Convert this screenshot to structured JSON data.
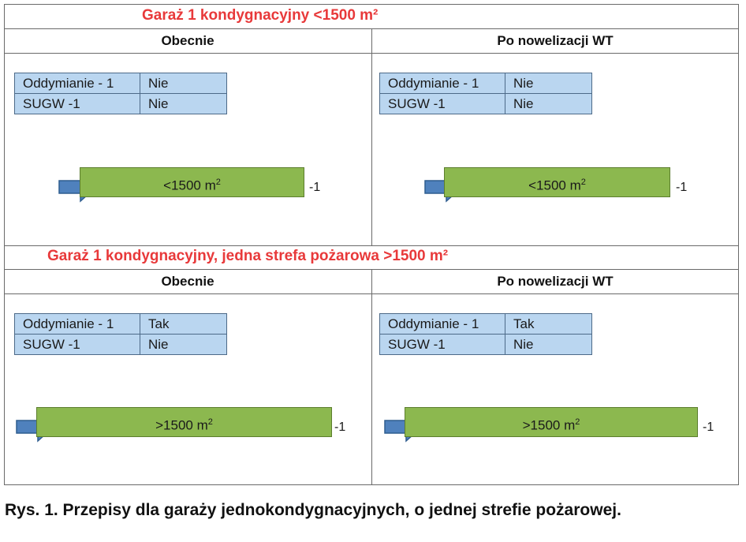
{
  "top": {
    "title": "Garaż 1 kondygnacyjny <1500 m²",
    "left": {
      "header": "Obecnie",
      "rows": [
        {
          "key": "Oddymianie - 1",
          "value": "Nie"
        },
        {
          "key": "SUGW -1",
          "value": "Nie"
        }
      ],
      "bar_label": "<1500 m",
      "bar_sup": "2",
      "level": "-1"
    },
    "right": {
      "header": "Po nowelizacji WT",
      "rows": [
        {
          "key": "Oddymianie - 1",
          "value": "Nie"
        },
        {
          "key": "SUGW -1",
          "value": "Nie"
        }
      ],
      "bar_label": "<1500 m",
      "bar_sup": "2",
      "level": "-1"
    }
  },
  "bottom": {
    "title": "Garaż 1 kondygnacyjny, jedna strefa pożarowa >1500 m²",
    "left": {
      "header": "Obecnie",
      "rows": [
        {
          "key": "Oddymianie - 1",
          "value": "Tak"
        },
        {
          "key": "SUGW -1",
          "value": "Nie"
        }
      ],
      "bar_label": ">1500 m",
      "bar_sup": "2",
      "level": "-1"
    },
    "right": {
      "header": "Po nowelizacji WT",
      "rows": [
        {
          "key": "Oddymianie - 1",
          "value": "Tak"
        },
        {
          "key": "SUGW -1",
          "value": "Nie"
        }
      ],
      "bar_label": ">1500 m",
      "bar_sup": "2",
      "level": "-1"
    }
  },
  "caption": "Rys. 1. Przepisy dla garaży jednokondygnacyjnych, o jednej strefie pożarowej.",
  "colors": {
    "title": "#e8393a",
    "table": "#bad6f0",
    "bar": "#8cb84f",
    "arrow": "#4f81bd"
  }
}
